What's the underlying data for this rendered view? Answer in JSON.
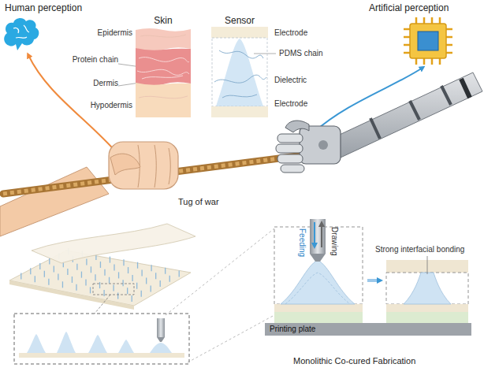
{
  "diagram": {
    "nodes": [
      {
        "text": [
          "Skin"
        ]
      },
      {
        "text": [
          "Sensor"
        ]
      },
      {
        "text": [
          "Printing plate"
        ]
      }
    ],
    "labels": [
      "Human perception",
      "Epidermis",
      "Protein chain",
      "Dermis",
      "Hypodermis",
      "Electrode",
      "PDMS chain",
      "Dielectric",
      "Electrode",
      "Artificial perception",
      "Tug of war",
      "Feeding",
      "Drawing",
      "Strong interfacial bonding",
      "Monolithic Co-cured Fabrication"
    ]
  }
}
